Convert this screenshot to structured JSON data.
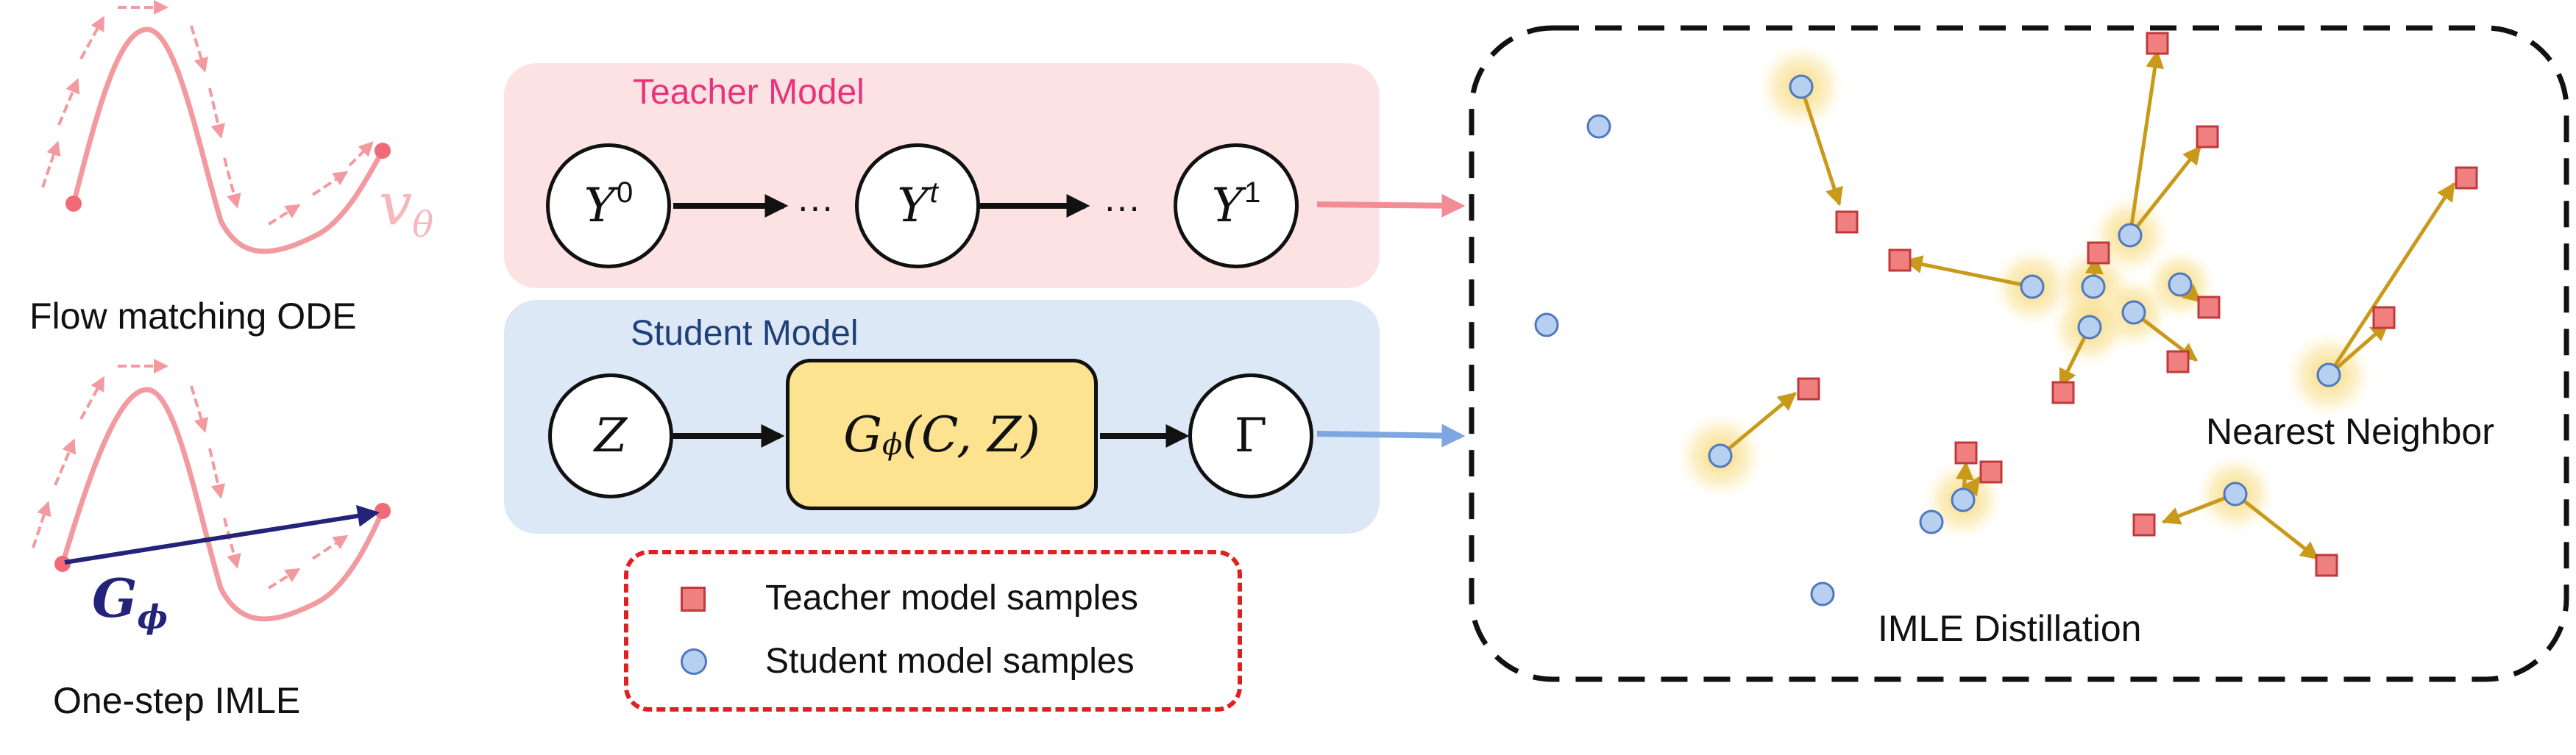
{
  "left": {
    "flow_caption": "Flow matching ODE",
    "flow_math": "v",
    "flow_math_sub": "θ",
    "imle_caption": "One-step IMLE",
    "imle_math": "G",
    "imle_math_sub": "ϕ"
  },
  "teacher": {
    "title": "Teacher Model",
    "nodes": [
      {
        "base": "Y",
        "sup": "0"
      },
      {
        "base": "Y",
        "sup": "t"
      },
      {
        "base": "Y",
        "sup": "1"
      }
    ],
    "ellipsis": "···"
  },
  "student": {
    "title": "Student Model",
    "z_node": "Z",
    "generator": {
      "base": "G",
      "sub": "ϕ",
      "args": "(C, Z)"
    },
    "gamma_node": "Γ"
  },
  "legend": {
    "teacher_label": "Teacher model samples",
    "student_label": "Student model samples"
  },
  "imle": {
    "title": "IMLE Distillation",
    "nn_label": "Nearest Neighbor"
  },
  "colors": {
    "teacher_panel": "#fde2e4",
    "student_panel": "#dce8f6",
    "teacher_title": "#e8337c",
    "student_title": "#1f3f7a",
    "curve": "#f39aa0",
    "imle_arrow": "#23237a",
    "gbox": "#fde28f",
    "square_fill": "#f08080",
    "square_edge": "#c0393b",
    "circle_fill": "#b8d0f0",
    "circle_edge": "#5078c0",
    "link": "#c99a1a",
    "glow": "#f7d66a",
    "legend_border": "#e02020"
  }
}
